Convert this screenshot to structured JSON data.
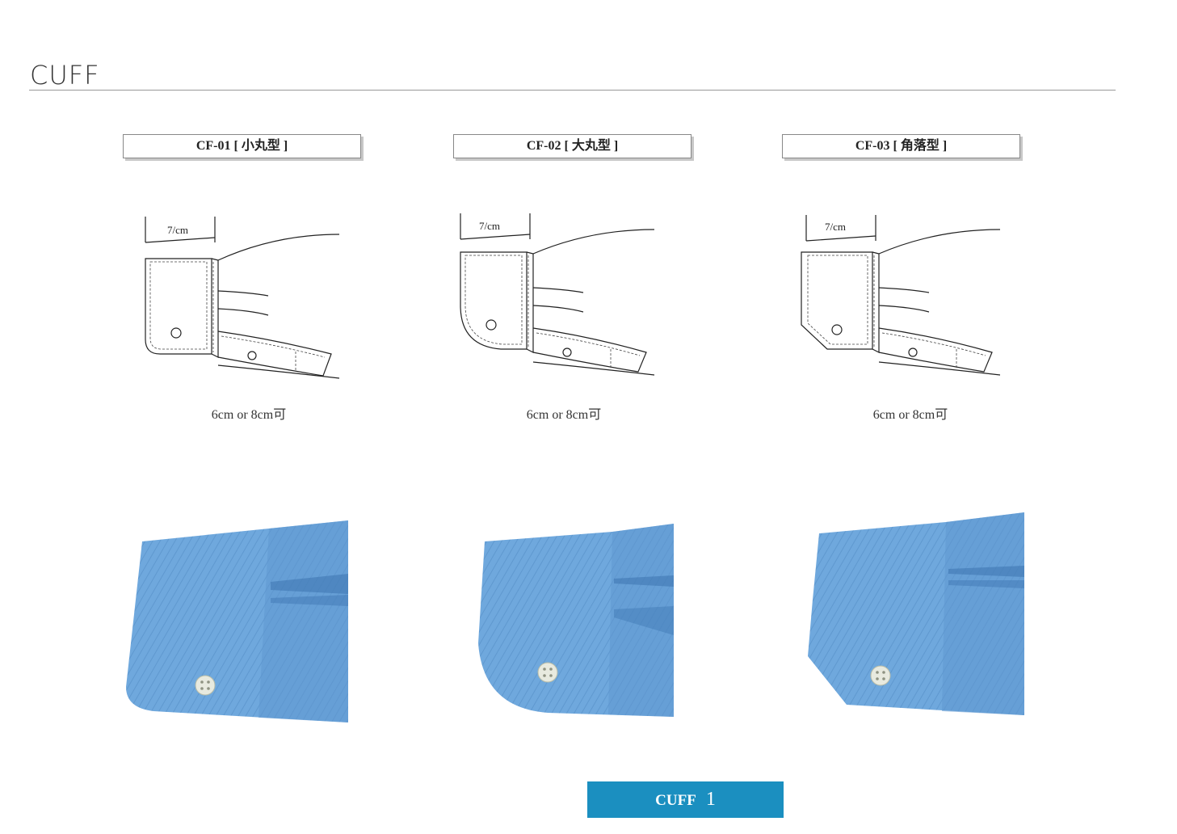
{
  "page": {
    "title": "CUFF"
  },
  "cuffs": [
    {
      "code_label": "CF-01 [ 小丸型 ]",
      "width_label": "7/cm",
      "size_note": "6cm or 8cm可"
    },
    {
      "code_label": "CF-02 [ 大丸型 ]",
      "width_label": "7/cm",
      "size_note": "6cm or 8cm可"
    },
    {
      "code_label": "CF-03 [ 角落型 ]",
      "width_label": "7/cm",
      "size_note": "6cm or 8cm可"
    }
  ],
  "footer": {
    "label": "CUFF",
    "page_number": "1"
  },
  "colors": {
    "fabric": "#6fa8dd",
    "fabric_dark": "#5a93cc",
    "badge": "#1b8fc0"
  }
}
